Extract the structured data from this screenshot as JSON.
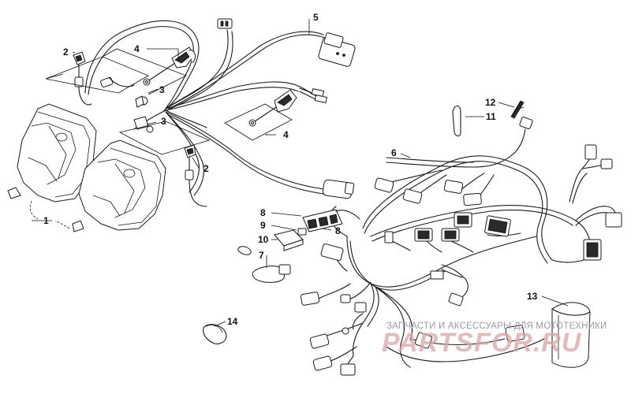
{
  "diagram": {
    "callouts": {
      "c1": "1",
      "c2a": "2",
      "c2b": "2",
      "c3a": "3",
      "c3b": "3",
      "c4a": "4",
      "c4b": "4",
      "c5": "5",
      "c6": "6",
      "c7": "7",
      "c8a": "8",
      "c8b": "8",
      "c9": "9",
      "c10": "10",
      "c11": "11",
      "c12": "12",
      "c13": "13",
      "c14": "14"
    },
    "watermark": {
      "caption": "ЗАПЧАСТИ И АКСЕССУАРЫ ДЛЯ МОТОТЕХНИКИ",
      "site": "PARTSFOR.RU"
    }
  }
}
